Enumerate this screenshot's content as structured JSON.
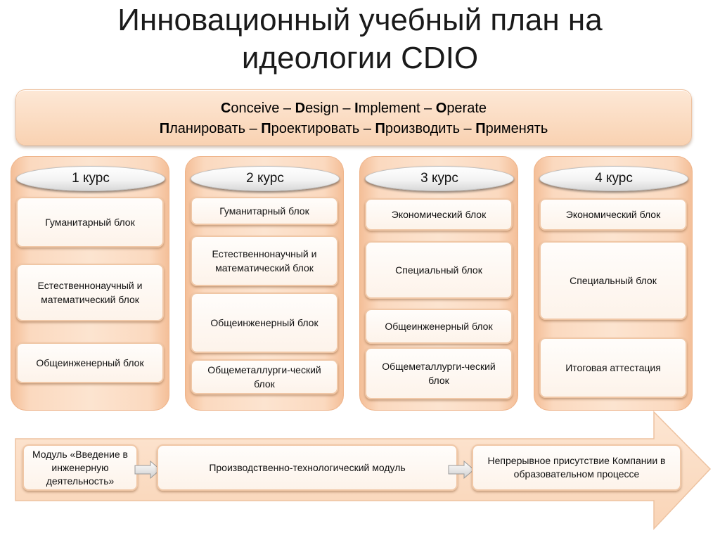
{
  "title": {
    "line1": "Инновационный учебный план на",
    "line2": "идеологии CDIO"
  },
  "cdio": {
    "line1": [
      {
        "initial": "C",
        "rest": "onceive"
      },
      {
        "initial": "D",
        "rest": "esign"
      },
      {
        "initial": "I",
        "rest": "mplement"
      },
      {
        "initial": "O",
        "rest": "perate"
      }
    ],
    "line2": [
      {
        "initial": "П",
        "rest": "ланировать"
      },
      {
        "initial": "П",
        "rest": "роектировать"
      },
      {
        "initial": "П",
        "rest": "роизводить"
      },
      {
        "initial": "П",
        "rest": "рименять"
      }
    ],
    "separator": " – "
  },
  "courses": [
    {
      "label": "1 курс",
      "blocks": [
        "Гуманитарный блок",
        "Естественнонаучный и математический блок",
        "Общеинженерный блок"
      ]
    },
    {
      "label": "2 курс",
      "blocks": [
        "Гуманитарный блок",
        "Естественнонаучный и математический блок",
        "Общеинженерный блок",
        "Общеметаллурги-ческий блок"
      ]
    },
    {
      "label": "3 курс",
      "blocks": [
        "Экономический блок",
        "Специальный блок",
        "Общеинженерный блок",
        "Общеметаллурги-ческий блок"
      ]
    },
    {
      "label": "4 курс",
      "blocks": [
        "Экономический блок",
        "Специальный блок",
        "Итоговая аттестация"
      ]
    }
  ],
  "modules": {
    "intro": "Модуль «Введение в инженерную деятельность»",
    "production": "Производственно-технологический модуль",
    "company": "Непрерывное присутствие Компании в образовательном процессе"
  },
  "colors": {
    "column_fill": "#fce4d0",
    "column_edge": "#f4bf98",
    "block_border": "#f0c7a6",
    "arrow_fill": "#fbdcc4"
  }
}
